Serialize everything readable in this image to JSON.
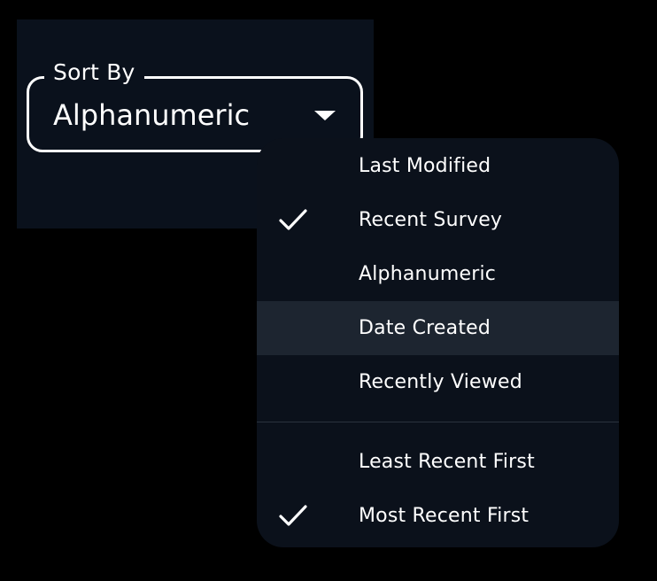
{
  "sort_field": {
    "label": "Sort By",
    "value": "Alphanumeric",
    "caret_icon": "triangle-down-icon"
  },
  "menu": {
    "sort_options": [
      {
        "label": "Last Modified",
        "checked": false
      },
      {
        "label": "Recent Survey",
        "checked": true
      },
      {
        "label": "Alphanumeric",
        "checked": false
      },
      {
        "label": "Date Created",
        "checked": false,
        "hovered": true
      },
      {
        "label": "Recently Viewed",
        "checked": false
      }
    ],
    "order_options": [
      {
        "label": "Least Recent First",
        "checked": false
      },
      {
        "label": "Most Recent First",
        "checked": true
      }
    ],
    "check_icon": "check-icon"
  },
  "colors": {
    "background": "#000000",
    "panel": "#0a111c",
    "menu": "#0b111b",
    "hover": "#1d2530",
    "divider": "#2a323d",
    "text": "#ffffff"
  }
}
